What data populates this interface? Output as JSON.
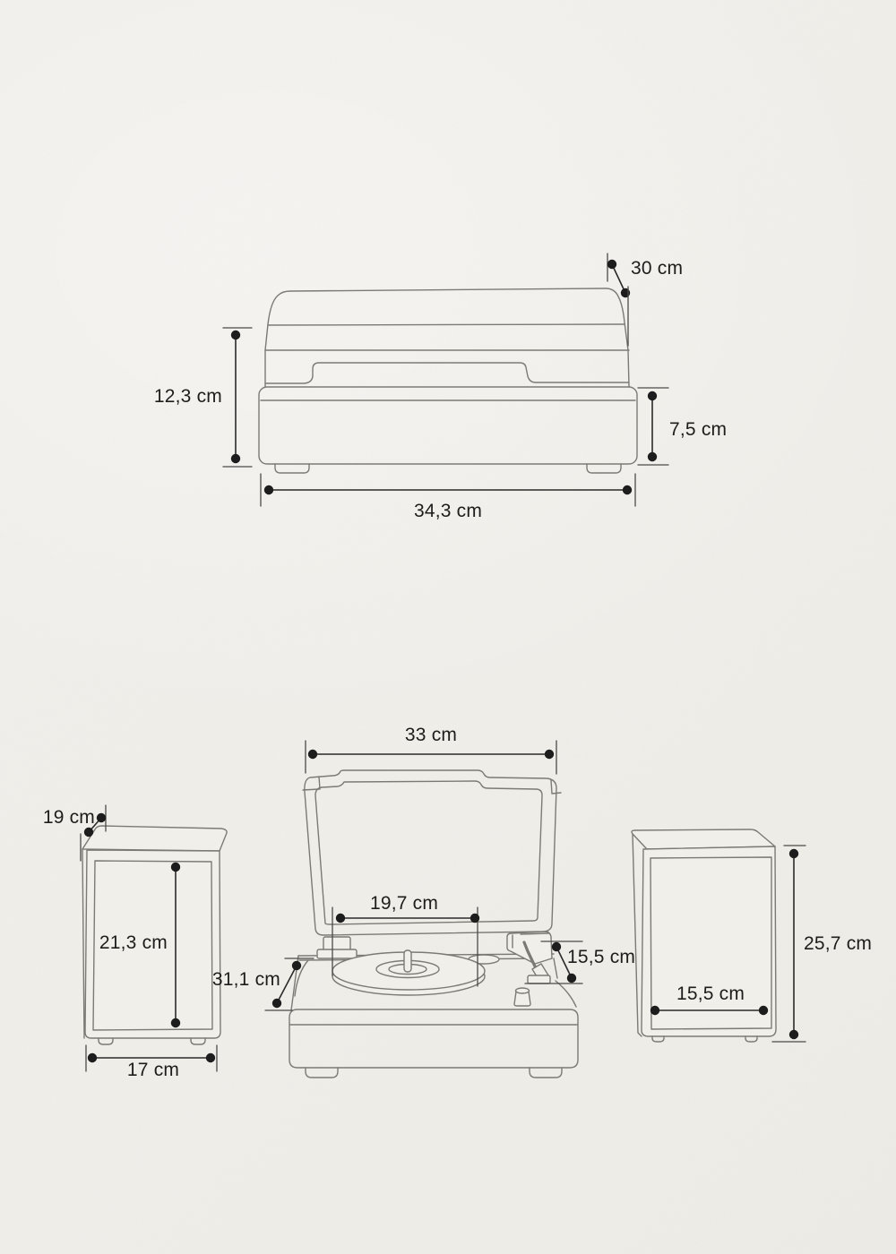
{
  "diagram": {
    "kind": "product-dimensions-line-drawing",
    "unit": "cm",
    "colors": {
      "background": "#f1efea",
      "line_art": "#7c7a74",
      "dimension_lines": "#2a2a2a",
      "label_text": "#1d1d1c"
    },
    "closed_case": {
      "depth_label": "30 cm",
      "height_label": "12,3 cm",
      "base_height_label": "7,5 cm",
      "width_label": "34,3 cm"
    },
    "open_turntable": {
      "lid_width_label": "33 cm",
      "platter_width_label": "19,7 cm",
      "depth_label": "31,1 cm",
      "right_side_label": "15,5 cm"
    },
    "left_speaker": {
      "depth_label": "19 cm",
      "grille_height_label": "21,3 cm",
      "width_label": "17 cm"
    },
    "right_speaker": {
      "height_label": "25,7 cm",
      "grille_width_label": "15,5 cm"
    }
  }
}
